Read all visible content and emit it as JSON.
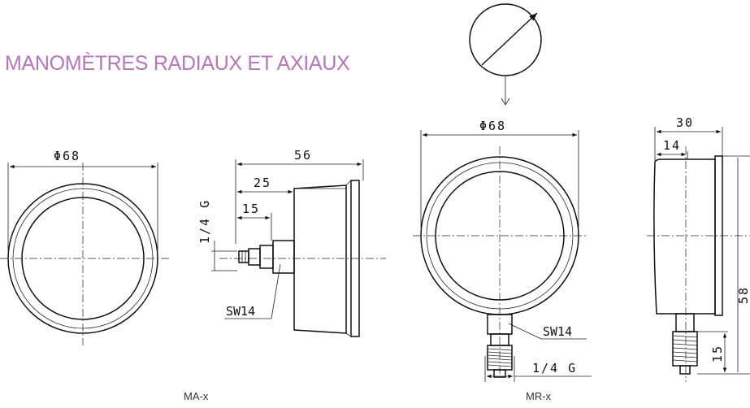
{
  "page": {
    "title": "MANOMÈTRES RADIAUX ET AXIAUX",
    "accent_color": "#b577b8"
  },
  "captions": {
    "ma": "MA-x",
    "mr": "MR-x"
  },
  "dimensions": {
    "ma_front_diameter": "Φ68",
    "ma_side_total": "56",
    "ma_side_mid": "25",
    "ma_side_small": "15",
    "ma_side_thread": "1/4 G",
    "ma_side_wrench": "SW14",
    "mr_front_diameter": "Φ68",
    "mr_front_wrench": "SW14",
    "mr_front_thread": "1/4 G",
    "mr_side_total": "30",
    "mr_side_mid": "14",
    "mr_side_height": "58",
    "mr_side_stem": "15"
  },
  "icons": {
    "dial_symbol": "gauge-dial-icon",
    "view_arrow": "arrow-down-icon"
  }
}
